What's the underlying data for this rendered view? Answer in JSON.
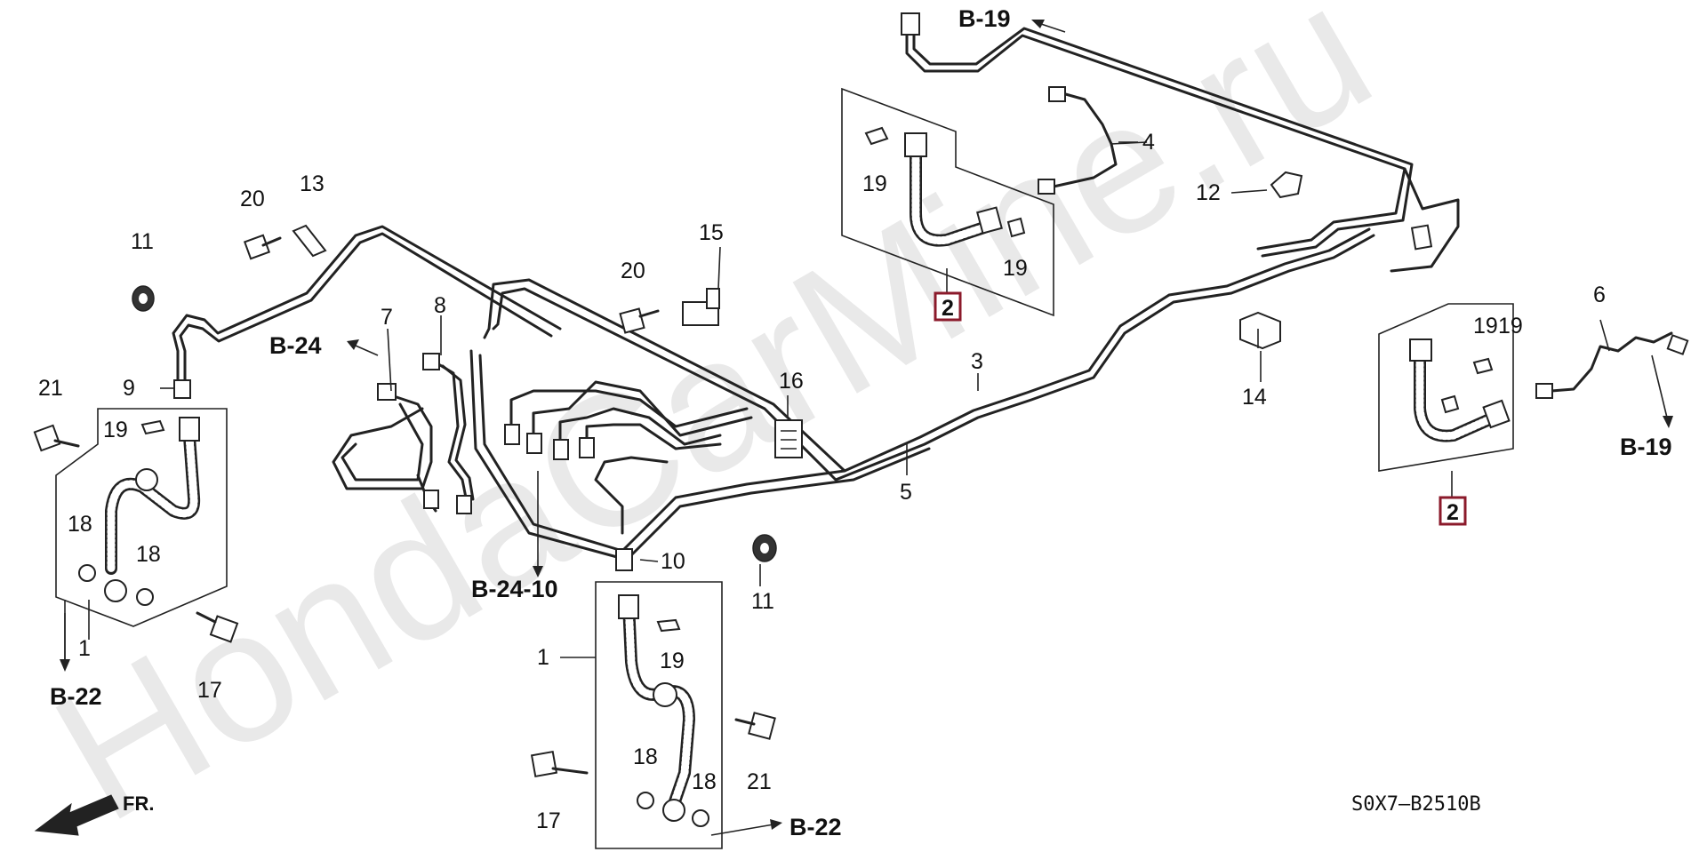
{
  "watermark": "HondaCarMine.ru",
  "diagram_code": "S0X7–B2510B",
  "front_label": "FR.",
  "references": {
    "b19_top": "B-19",
    "b19_right": "B-19",
    "b24": "B-24",
    "b24_10": "B-24-10",
    "b22_left": "B-22",
    "b22_bottom": "B-22"
  },
  "callouts": {
    "p1_left": "1",
    "p1_bottom": "1",
    "p2_center": "2",
    "p2_right": "2",
    "p3": "3",
    "p4": "4",
    "p5": "5",
    "p6": "6",
    "p7": "7",
    "p8": "8",
    "p9": "9",
    "p10": "10",
    "p11_left": "11",
    "p11_center": "11",
    "p12": "12",
    "p13": "13",
    "p14": "14",
    "p15": "15",
    "p16": "16",
    "p17_left": "17",
    "p17_bottom": "17",
    "p18_left_a": "18",
    "p18_left_b": "18",
    "p18_bottom_a": "18",
    "p18_bottom_b": "18",
    "p19_left": "19",
    "p19_center_a": "19",
    "p19_center_b": "19",
    "p19_right_a": "19",
    "p19_right_b": "19",
    "p19_bottom": "19",
    "p20_left": "20",
    "p20_center": "20",
    "p21_left": "21",
    "p21_bottom": "21"
  },
  "colors": {
    "line": "#222222",
    "highlight_box": "#8b1a2b",
    "watermark": "#e9e9e9",
    "background": "#ffffff"
  },
  "icons": [
    "brake-hose",
    "brake-pipe",
    "flare-nut",
    "bolt",
    "sealing-washer",
    "hose-clip",
    "pipe-clamp",
    "arrow-pointer",
    "front-direction-arrow"
  ]
}
